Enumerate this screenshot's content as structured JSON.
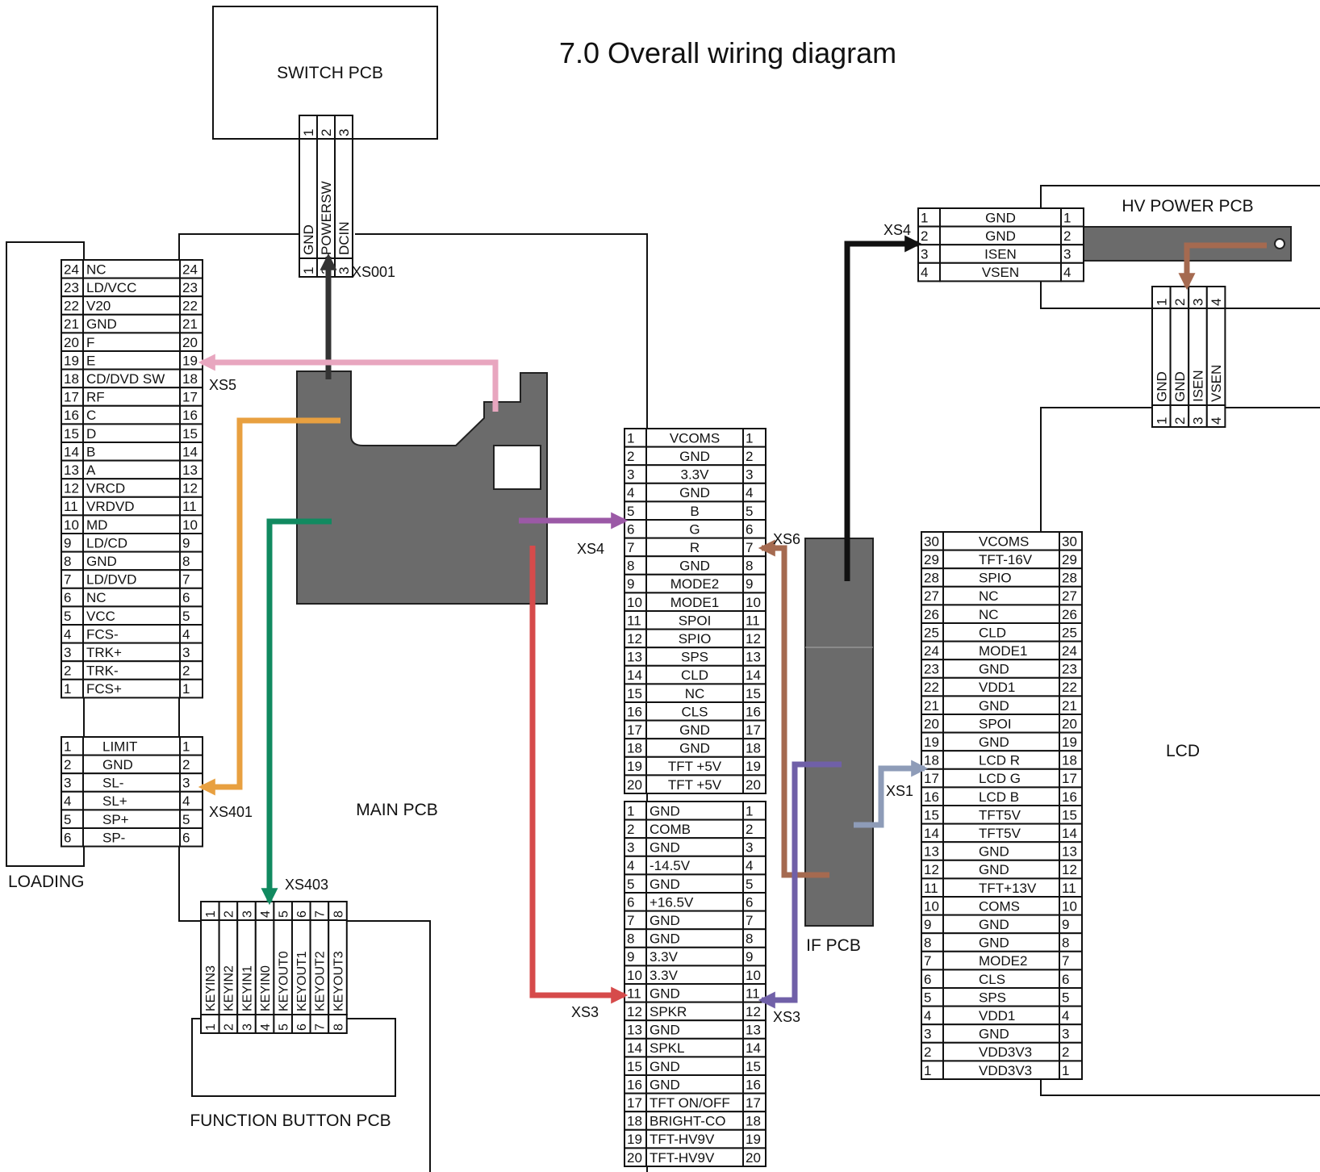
{
  "title": "7.0 Overall wiring diagram",
  "labels": {
    "switch_pcb": "SWITCH PCB",
    "hv_power_pcb": "HV POWER PCB",
    "main_pcb": "MAIN PCB",
    "loading": "LOADING",
    "function_button_pcb": "FUNCTION BUTTON PCB",
    "if_pcb": "IF PCB",
    "lcd": "LCD",
    "xs001": "XS001",
    "xs5": "XS5",
    "xs401": "XS401",
    "xs403": "XS403",
    "xs4_main": "XS4",
    "xs3_main": "XS3",
    "xs6": "XS6",
    "xs3_if": "XS3",
    "xs1": "XS1",
    "xs4_hv": "XS4"
  },
  "connectors": {
    "switch": {
      "pins": [
        "1",
        "2",
        "3"
      ],
      "signals": [
        "GND",
        "POWERSW",
        "DCIN"
      ]
    },
    "loading24": {
      "pins": [
        "24",
        "23",
        "22",
        "21",
        "20",
        "19",
        "18",
        "17",
        "16",
        "15",
        "14",
        "13",
        "12",
        "11",
        "10",
        "9",
        "8",
        "7",
        "6",
        "5",
        "4",
        "3",
        "2",
        "1"
      ],
      "signals": [
        "NC",
        "LD/VCC",
        "V20",
        "GND",
        "F",
        "E",
        "CD/DVD SW",
        "RF",
        "C",
        "D",
        "B",
        "A",
        "VRCD",
        "VRDVD",
        "MD",
        "LD/CD",
        "GND",
        "LD/DVD",
        "NC",
        "VCC",
        "FCS-",
        "TRK+",
        "TRK-",
        "FCS+"
      ]
    },
    "loading6": {
      "pins": [
        "1",
        "2",
        "3",
        "4",
        "5",
        "6"
      ],
      "signals": [
        "LIMIT",
        "GND",
        "SL-",
        "SL+",
        "SP+",
        "SP-"
      ]
    },
    "func": {
      "pins": [
        "1",
        "2",
        "3",
        "4",
        "5",
        "6",
        "7",
        "8"
      ],
      "signals": [
        "KEYIN3",
        "KEYIN2",
        "KEYIN1",
        "KEYIN0",
        "KEYOUT0",
        "KEYOUT1",
        "KEYOUT2",
        "KEYOUT3"
      ]
    },
    "xs4main": {
      "pins": [
        "1",
        "2",
        "3",
        "4",
        "5",
        "6",
        "7",
        "8",
        "9",
        "10",
        "11",
        "12",
        "13",
        "14",
        "15",
        "16",
        "17",
        "18",
        "19",
        "20"
      ],
      "signals": [
        "VCOMS",
        "GND",
        "3.3V",
        "GND",
        "B",
        "G",
        "R",
        "GND",
        "MODE2",
        "MODE1",
        "SPOI",
        "SPIO",
        "SPS",
        "CLD",
        "NC",
        "CLS",
        "GND",
        "GND",
        "TFT +5V",
        "TFT +5V"
      ]
    },
    "xs3main": {
      "pins": [
        "1",
        "2",
        "3",
        "4",
        "5",
        "6",
        "7",
        "8",
        "9",
        "10",
        "11",
        "12",
        "13",
        "14",
        "15",
        "16",
        "17",
        "18",
        "19",
        "20"
      ],
      "signals": [
        "GND",
        "COMB",
        "GND",
        "-14.5V",
        "GND",
        "+16.5V",
        "GND",
        "GND",
        "3.3V",
        "3.3V",
        "GND",
        "SPKR",
        "GND",
        "SPKL",
        "GND",
        "GND",
        "TFT ON/OFF",
        "BRIGHT-CO",
        "TFT-HV9V",
        "TFT-HV9V"
      ]
    },
    "hv4": {
      "pins": [
        "1",
        "2",
        "3",
        "4"
      ],
      "signals": [
        "GND",
        "GND",
        "ISEN",
        "VSEN"
      ]
    },
    "hvv": {
      "pins": [
        "1",
        "2",
        "3",
        "4"
      ],
      "signals": [
        "GND",
        "GND",
        "ISEN",
        "VSEN"
      ]
    },
    "lcd30": {
      "pins": [
        "30",
        "29",
        "28",
        "27",
        "26",
        "25",
        "24",
        "23",
        "22",
        "21",
        "20",
        "19",
        "18",
        "17",
        "16",
        "15",
        "14",
        "13",
        "12",
        "11",
        "10",
        "9",
        "8",
        "7",
        "6",
        "5",
        "4",
        "3",
        "2",
        "1"
      ],
      "signals": [
        "VCOMS",
        "TFT-16V",
        "SPIO",
        "NC",
        "NC",
        "CLD",
        "MODE1",
        "GND",
        "VDD1",
        "GND",
        "SPOI",
        "GND",
        "LCD R",
        "LCD G",
        "LCD B",
        "TFT5V",
        "TFT5V",
        "GND",
        "GND",
        "TFT+13V",
        "COMS",
        "GND",
        "GND",
        "MODE2",
        "CLS",
        "SPS",
        "VDD1",
        "GND",
        "VDD3V3",
        "VDD3V3"
      ]
    }
  },
  "colors": {
    "xs001_wire": "#333333",
    "xs5_wire": "#e8a6bf",
    "xs401_wire": "#e8a040",
    "xs403_wire": "#118a60",
    "xs4_main_wire": "#9b59a6",
    "xs3_main_wire": "#d64b4b",
    "xs6_wire": "#a56a50",
    "xs3_if_wire": "#7060a8",
    "xs1_wire": "#8e9cb8",
    "xs4_hv_wire": "#111111",
    "hv_internal_wire": "#a56a50"
  }
}
